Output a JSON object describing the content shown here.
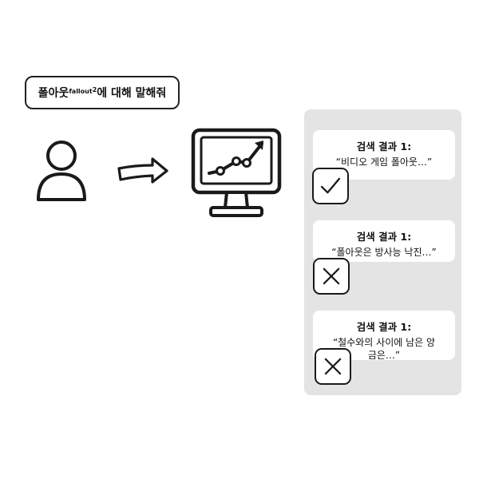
{
  "query": {
    "text_main": "폴아웃",
    "text_sup": "fallout",
    "text_sup_num": "2",
    "text_rest": "에 대해 말해줘"
  },
  "icons": {
    "user": "user-icon",
    "arrow": "arrow-right-icon",
    "monitor": "monitor-chart-icon",
    "check": "check-icon",
    "cross": "x-icon"
  },
  "results": [
    {
      "title": "검색 결과 1:",
      "snippet": "“비디오 게임 폴아웃…”",
      "mark": "check"
    },
    {
      "title": "검색 결과 1:",
      "snippet": "“폴아웃은 방사능 낙진…”",
      "mark": "cross"
    },
    {
      "title": "검색 결과 1:",
      "snippet": "“철수와의 사이에 남은 앙금은…”",
      "mark": "cross"
    }
  ],
  "colors": {
    "panel": "#e4e4e4",
    "card": "#ffffff",
    "stroke": "#1a1a1a"
  }
}
